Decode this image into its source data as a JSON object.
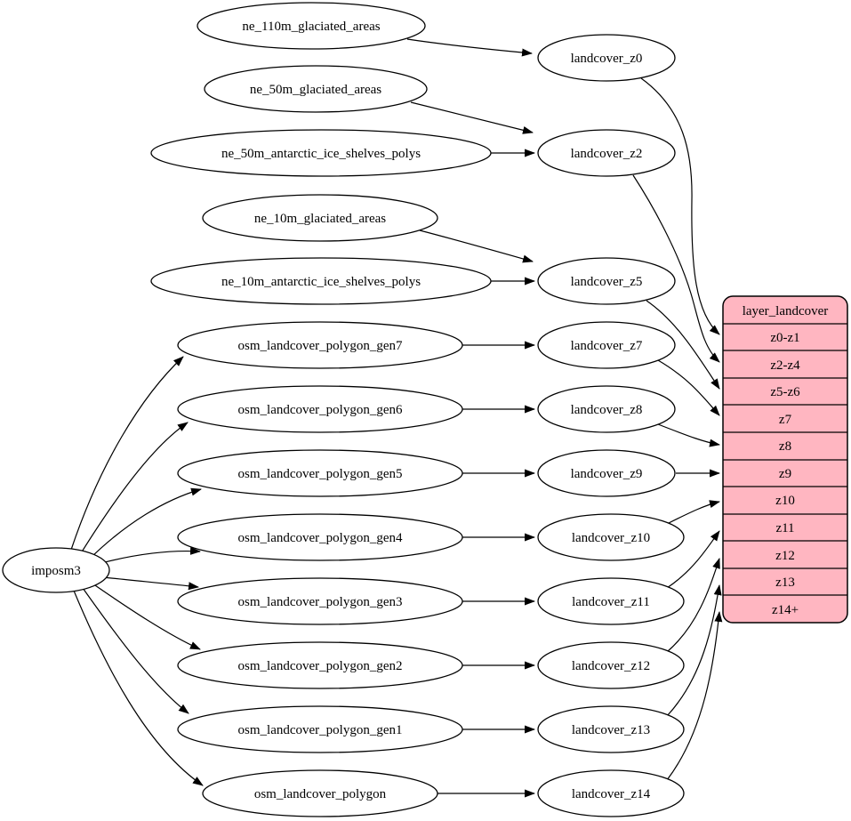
{
  "diagram": {
    "imposm3_label": "imposm3",
    "source_nodes": [
      "ne_110m_glaciated_areas",
      "ne_50m_glaciated_areas",
      "ne_50m_antarctic_ice_shelves_polys",
      "ne_10m_glaciated_areas",
      "ne_10m_antarctic_ice_shelves_polys",
      "osm_landcover_polygon_gen7",
      "osm_landcover_polygon_gen6",
      "osm_landcover_polygon_gen5",
      "osm_landcover_polygon_gen4",
      "osm_landcover_polygon_gen3",
      "osm_landcover_polygon_gen2",
      "osm_landcover_polygon_gen1",
      "osm_landcover_polygon"
    ],
    "landcover_nodes": [
      "landcover_z0",
      "landcover_z2",
      "landcover_z5",
      "landcover_z7",
      "landcover_z8",
      "landcover_z9",
      "landcover_z10",
      "landcover_z11",
      "landcover_z12",
      "landcover_z13",
      "landcover_z14"
    ],
    "table": {
      "header": "layer_landcover",
      "rows": [
        "z0-z1",
        "z2-z4",
        "z5-z6",
        "z7",
        "z8",
        "z9",
        "z10",
        "z11",
        "z12",
        "z13",
        "z14+"
      ]
    },
    "edges": [
      {
        "from": "ne_110m_glaciated_areas",
        "to": "landcover_z0"
      },
      {
        "from": "ne_50m_glaciated_areas",
        "to": "landcover_z2"
      },
      {
        "from": "ne_50m_antarctic_ice_shelves_polys",
        "to": "landcover_z2"
      },
      {
        "from": "ne_10m_glaciated_areas",
        "to": "landcover_z5"
      },
      {
        "from": "ne_10m_antarctic_ice_shelves_polys",
        "to": "landcover_z5"
      },
      {
        "from": "imposm3",
        "to": "osm_landcover_polygon_gen7"
      },
      {
        "from": "imposm3",
        "to": "osm_landcover_polygon_gen6"
      },
      {
        "from": "imposm3",
        "to": "osm_landcover_polygon_gen5"
      },
      {
        "from": "imposm3",
        "to": "osm_landcover_polygon_gen4"
      },
      {
        "from": "imposm3",
        "to": "osm_landcover_polygon_gen3"
      },
      {
        "from": "imposm3",
        "to": "osm_landcover_polygon_gen2"
      },
      {
        "from": "imposm3",
        "to": "osm_landcover_polygon_gen1"
      },
      {
        "from": "imposm3",
        "to": "osm_landcover_polygon"
      },
      {
        "from": "osm_landcover_polygon_gen7",
        "to": "landcover_z7"
      },
      {
        "from": "osm_landcover_polygon_gen6",
        "to": "landcover_z8"
      },
      {
        "from": "osm_landcover_polygon_gen5",
        "to": "landcover_z9"
      },
      {
        "from": "osm_landcover_polygon_gen4",
        "to": "landcover_z10"
      },
      {
        "from": "osm_landcover_polygon_gen3",
        "to": "landcover_z11"
      },
      {
        "from": "osm_landcover_polygon_gen2",
        "to": "landcover_z12"
      },
      {
        "from": "osm_landcover_polygon_gen1",
        "to": "landcover_z13"
      },
      {
        "from": "osm_landcover_polygon",
        "to": "landcover_z14"
      },
      {
        "from": "landcover_z0",
        "to": "layer_landcover:z0-z1"
      },
      {
        "from": "landcover_z2",
        "to": "layer_landcover:z2-z4"
      },
      {
        "from": "landcover_z5",
        "to": "layer_landcover:z5-z6"
      },
      {
        "from": "landcover_z7",
        "to": "layer_landcover:z7"
      },
      {
        "from": "landcover_z8",
        "to": "layer_landcover:z8"
      },
      {
        "from": "landcover_z9",
        "to": "layer_landcover:z9"
      },
      {
        "from": "landcover_z10",
        "to": "layer_landcover:z10"
      },
      {
        "from": "landcover_z11",
        "to": "layer_landcover:z11"
      },
      {
        "from": "landcover_z12",
        "to": "layer_landcover:z12"
      },
      {
        "from": "landcover_z13",
        "to": "layer_landcover:z13"
      },
      {
        "from": "landcover_z14",
        "to": "layer_landcover:z14+"
      }
    ],
    "colors": {
      "table_fill": "#ffb6c1",
      "node_fill": "#ffffff",
      "stroke": "#000000"
    }
  }
}
